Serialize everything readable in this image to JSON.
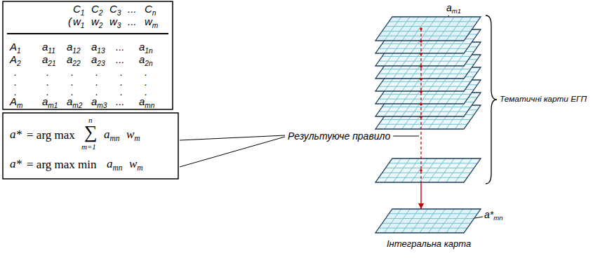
{
  "diagram": {
    "nodes": [
      {
        "text": [
          "Тематичні карти ЕГП"
        ]
      },
      {
        "text": [
          "Інтегральна карта"
        ]
      }
    ],
    "edges": [
      {
        "from": 0,
        "to": 1,
        "arrow": "to"
      }
    ],
    "labels": [
      "C",
      "1",
      "C",
      "2",
      "C",
      "3",
      "...",
      "C",
      "n",
      "(",
      "w",
      "1",
      "w",
      "2",
      "w",
      "3",
      "...",
      "w",
      "m",
      "A",
      "1",
      "a",
      "11",
      "a",
      "12",
      "a",
      "13",
      "...",
      "a",
      "1n",
      "A",
      "2",
      "a",
      "21",
      "a",
      "22",
      "a",
      "23",
      "...",
      "a",
      "2n",
      ".",
      ".",
      ".",
      ".",
      ".",
      ".",
      ".",
      ".",
      ".",
      ".",
      ".",
      ".",
      ".",
      ".",
      ".",
      ".",
      ".",
      ".",
      "A",
      "m",
      "a",
      "m1",
      "a",
      "m2",
      "a",
      "m3",
      "...",
      "a",
      "mn",
      "a*",
      "= arg max",
      "n",
      "∑",
      "m=1",
      "a",
      "mn",
      "w",
      "m",
      "a*",
      "= arg max min",
      "a",
      "mn",
      "w",
      "m",
      "Результуюче правило",
      "a",
      "m1",
      "a*",
      "mn"
    ]
  }
}
